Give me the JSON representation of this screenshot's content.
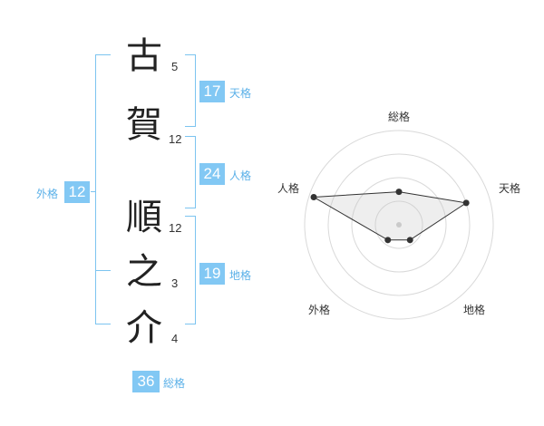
{
  "name_chars": [
    {
      "char": "古",
      "strokes": "5"
    },
    {
      "char": "賀",
      "strokes": "12"
    },
    {
      "char": "順",
      "strokes": "12"
    },
    {
      "char": "之",
      "strokes": "3"
    },
    {
      "char": "介",
      "strokes": "4"
    }
  ],
  "kaku": {
    "tenkaku": {
      "value": "17",
      "label": "天格"
    },
    "jinkaku": {
      "value": "24",
      "label": "人格"
    },
    "chikaku": {
      "value": "19",
      "label": "地格"
    },
    "gaikaku": {
      "value": "12",
      "label": "外格"
    },
    "soukaku": {
      "value": "36",
      "label": "総格"
    }
  },
  "colors": {
    "accent": "#82c8f4",
    "bracket": "#7cc4f0",
    "label": "#5ab0e8"
  },
  "chart_data": {
    "type": "radar",
    "axes": [
      "総格",
      "天格",
      "地格",
      "外格",
      "人格"
    ],
    "values": [
      0.35,
      0.75,
      0.2,
      0.2,
      0.95
    ],
    "range": [
      0,
      1
    ],
    "rings": 4
  }
}
